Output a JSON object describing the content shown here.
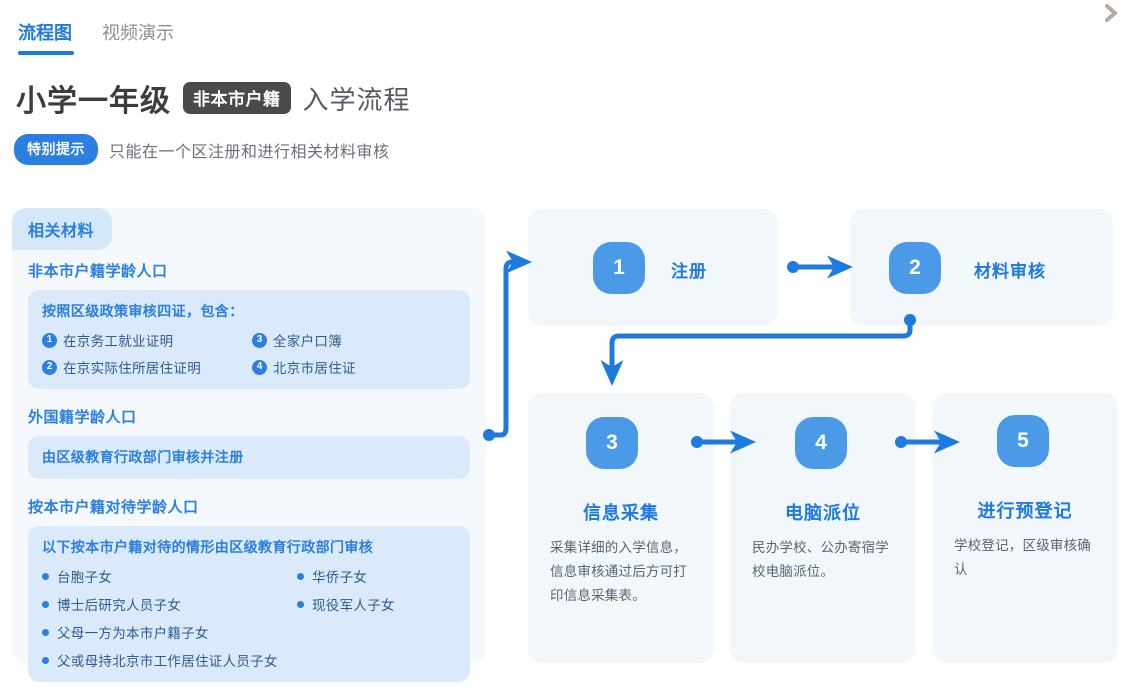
{
  "tabs": [
    {
      "label": "流程图",
      "active": true
    },
    {
      "label": "视频演示",
      "active": false
    }
  ],
  "header": {
    "title_main": "小学一年级",
    "title_chip": "非本市户籍",
    "title_tail": "入学流程",
    "tip_badge": "特别提示",
    "tip_text": "只能在一个区注册和进行相关材料审核"
  },
  "corner": {
    "icon": "chevron-right-icon"
  },
  "materials": {
    "tab_label": "相关材料",
    "sections": [
      {
        "heading": "非本市户籍学龄人口",
        "box_title": "按照区级政策审核四证，包含：",
        "numbered_items": [
          {
            "num": "1",
            "label": "在京务工就业证明"
          },
          {
            "num": "3",
            "label": "全家户口簿"
          },
          {
            "num": "2",
            "label": "在京实际住所居住证明"
          },
          {
            "num": "4",
            "label": "北京市居住证"
          }
        ]
      },
      {
        "heading": "外国籍学龄人口",
        "single_line": "由区级教育行政部门审核并注册"
      },
      {
        "heading": "按本市户籍对待学龄人口",
        "box_title": "以下按本市户籍对待的情形由区级教育行政部门审核",
        "bullets": [
          "台胞子女",
          "华侨子女",
          "博士后研究人员子女",
          "现役军人子女",
          "父母一方为本市户籍子女",
          "",
          "父或母持北京市工作居住证人员子女",
          ""
        ]
      }
    ]
  },
  "flow": {
    "steps": [
      {
        "num": "1",
        "title": "注册",
        "desc": ""
      },
      {
        "num": "2",
        "title": "材料审核",
        "desc": ""
      },
      {
        "num": "3",
        "title": "信息采集",
        "desc": "采集详细的入学信息，信息审核通过后方可打印信息采集表。"
      },
      {
        "num": "4",
        "title": "电脑派位",
        "desc": "民办学校、公办寄宿学校电脑派位。"
      },
      {
        "num": "5",
        "title": "进行预登记",
        "desc": "学校登记，区级审核确认"
      }
    ]
  },
  "colors": {
    "accent": "#1f7ae0",
    "badge_blue": "#4a9ae8",
    "card_bg": "#f2f7fc",
    "panel_bg": "#f5f9fd",
    "box_bg": "#dbeafb",
    "chip_dark": "#4a4a4a"
  }
}
